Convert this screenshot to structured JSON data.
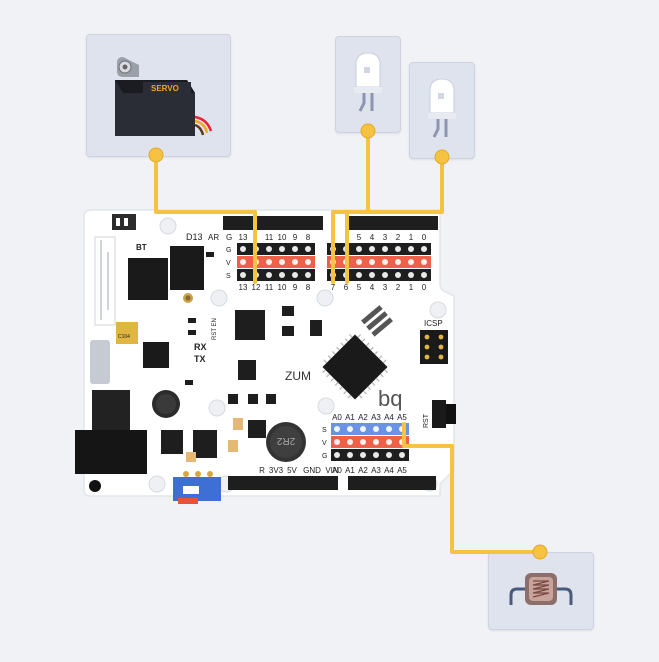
{
  "components": {
    "servo": {
      "label": "SERVO"
    },
    "led1": {},
    "led2": {},
    "ldr": {}
  },
  "board": {
    "name": "ZUM",
    "brand": "bq",
    "ic_label": "2R2",
    "cap_label": "C104",
    "labels": {
      "bt": "BT",
      "rx": "RX",
      "tx": "TX",
      "icsp": "ICSP",
      "rst": "RST",
      "rst_en": "RST EN",
      "d13": "D13",
      "ar": "AR",
      "g": "G",
      "s": "S",
      "v": "V"
    },
    "digital_top": [
      "13",
      "",
      "11",
      "10",
      "9",
      "8"
    ],
    "digital_bottom": [
      "13",
      "12",
      "11",
      "10",
      "9",
      "8"
    ],
    "digital2_top": [
      "",
      "",
      "5",
      "4",
      "3",
      "2",
      "1",
      "0"
    ],
    "digital2_bottom": [
      "7",
      "6",
      "5",
      "4",
      "3",
      "2",
      "1",
      "0"
    ],
    "analog_top": [
      "A0",
      "A1",
      "A2",
      "A3",
      "A4",
      "A5"
    ],
    "analog_bottom": [
      "A0",
      "A1",
      "A2",
      "A3",
      "A4",
      "A5"
    ],
    "power": [
      "R",
      "3V3",
      "5V",
      "GND",
      "VIN"
    ]
  },
  "colors": {
    "wire": "#f5c242",
    "pin_black": "#1e1e1e",
    "pin_red": "#ef6048",
    "pin_blue": "#6a93e6",
    "board": "#ffffff"
  }
}
